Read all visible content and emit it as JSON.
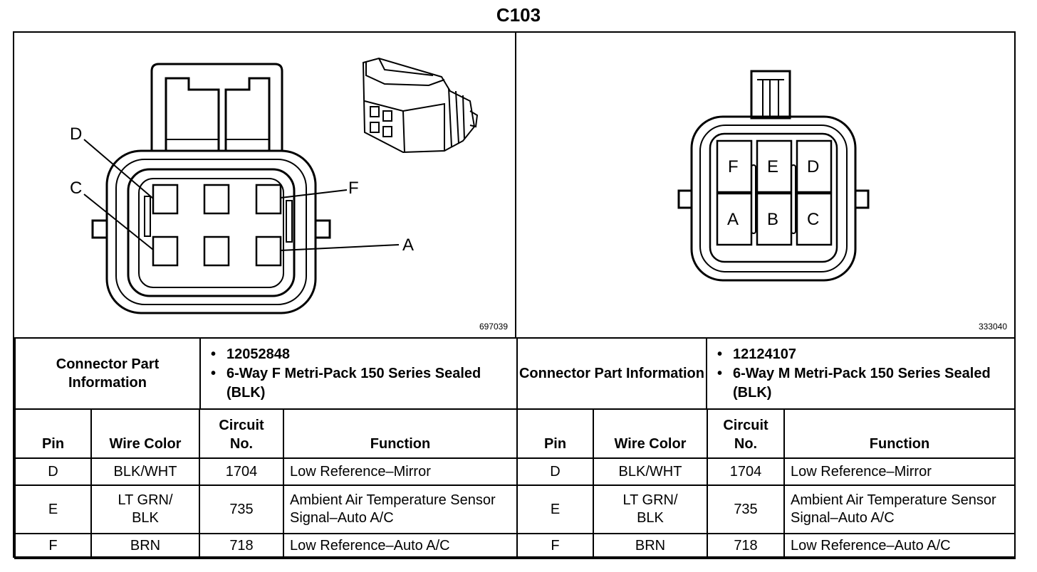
{
  "title": "C103",
  "left": {
    "image_id": "697039",
    "pin_labels": [
      "D",
      "C",
      "F",
      "A"
    ],
    "part_info_label": "Connector Part Information",
    "part_number": "12052848",
    "description": "6-Way F Metri-Pack 150 Series Sealed (BLK)"
  },
  "right": {
    "image_id": "333040",
    "cavity_labels": [
      "F",
      "E",
      "D",
      "A",
      "B",
      "C"
    ],
    "part_info_label": "Connector Part Information",
    "part_number": "12124107",
    "description": "6-Way M Metri-Pack 150 Series Sealed (BLK)"
  },
  "headers": {
    "pin": "Pin",
    "wire_color_l": "Wire Color",
    "wire_color_r": "Wire Color",
    "circuit": "Circuit No.",
    "function": "Function"
  },
  "rows": [
    {
      "pin": "D",
      "wire": "BLK/WHT",
      "circuit": "1704",
      "function": "Low Reference–Mirror"
    },
    {
      "pin": "E",
      "wire": "LT GRN/ BLK",
      "circuit": "735",
      "function": "Ambient Air Temperature Sensor Signal–Auto A/C"
    },
    {
      "pin": "F",
      "wire": "BRN",
      "circuit": "718",
      "function": "Low Reference–Auto A/C"
    }
  ]
}
